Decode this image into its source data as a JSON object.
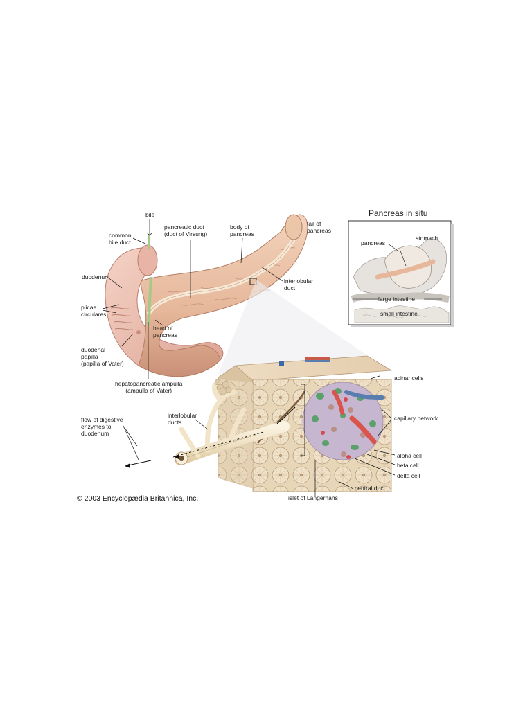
{
  "labels": {
    "bile": "bile",
    "common_bile_duct": "common\nbile duct",
    "pancreatic_duct": "pancreatic duct\n(duct of Virsung)",
    "body_of_pancreas": "body of\npancreas",
    "tail_of_pancreas": "tail of\npancreas",
    "duodenum": "duodenum",
    "interlobular_duct": "interlobular\nduct",
    "plicae_circulares": "plicae\ncirculares",
    "head_of_pancreas": "head of\npancreas",
    "duodenal_papilla": "duodenal\npapilla\n(papilla of Vater)",
    "hepatopancreatic_ampulla": "hepatopancreatic ampulla\n(ampulla of Vater)",
    "acinar_cells": "acinar cells",
    "flow_of_digestive_enzymes": "flow of digestive\nenzymes to\nduodenum",
    "interlobular_ducts": "interlobular\nducts",
    "capillary_network": "capillary network",
    "alpha_cell": "alpha cell",
    "beta_cell": "beta cell",
    "delta_cell": "delta cell",
    "central_duct": "central duct",
    "islet_of_langerhans": "islet of Langerhans"
  },
  "inset": {
    "title": "Pancreas in situ",
    "stomach": "stomach",
    "pancreas": "pancreas",
    "large_intestine": "large intestine",
    "small_intestine": "small intestine"
  },
  "copyright": "© 2003 Encyclopædia Britannica, Inc.",
  "colors": {
    "pancreas_fill": "#ecc6a8",
    "pancreas_shadow": "#c98f74",
    "duct": "#f3e6cf",
    "tissue": "#e9d6b8",
    "islet": "#c7b6cf",
    "alpha_cell": "#59a06a",
    "beta_cell": "#b98f86",
    "delta_cell": "#d44a4a",
    "artery": "#d8544c",
    "vein": "#5a7db0"
  }
}
